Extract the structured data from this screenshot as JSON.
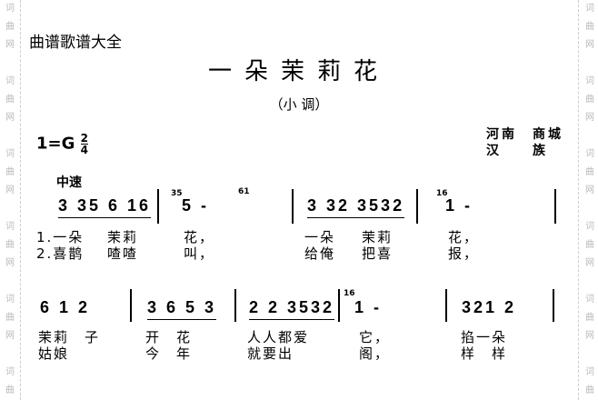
{
  "watermark": "词曲网",
  "header": "曲谱歌谱大全",
  "title": "一朵茉莉花",
  "subtitle": "（小 调）",
  "key": "1=G",
  "time_sig": {
    "top": "2",
    "bottom": "4"
  },
  "origin": {
    "line1": "河南　商城",
    "line2": "汉　　族"
  },
  "tempo": "中速",
  "row1": {
    "measures": [
      "3 35 6 16",
      "5  -",
      "3 32  3532",
      "1    -"
    ],
    "graces": [
      "35",
      "61",
      "16"
    ],
    "verse1": [
      "1.一朵",
      "茉莉",
      "花，",
      "一朵",
      "茉莉",
      "花，"
    ],
    "verse2": [
      "2.喜鹊",
      "喳喳",
      "叫，",
      "给俺",
      "把喜",
      "报，"
    ]
  },
  "row2": {
    "measures": [
      "6 1  2",
      "3 6 5 3",
      "2 2 3532",
      "1   -",
      "321 2"
    ],
    "grace": "16",
    "verse1": [
      "茉莉　子",
      "开　花",
      "人人都爱",
      "它，",
      "掐一朵"
    ],
    "verse2": [
      "姑娘",
      "今　年",
      "就要出",
      "阁，",
      "样　样"
    ]
  }
}
